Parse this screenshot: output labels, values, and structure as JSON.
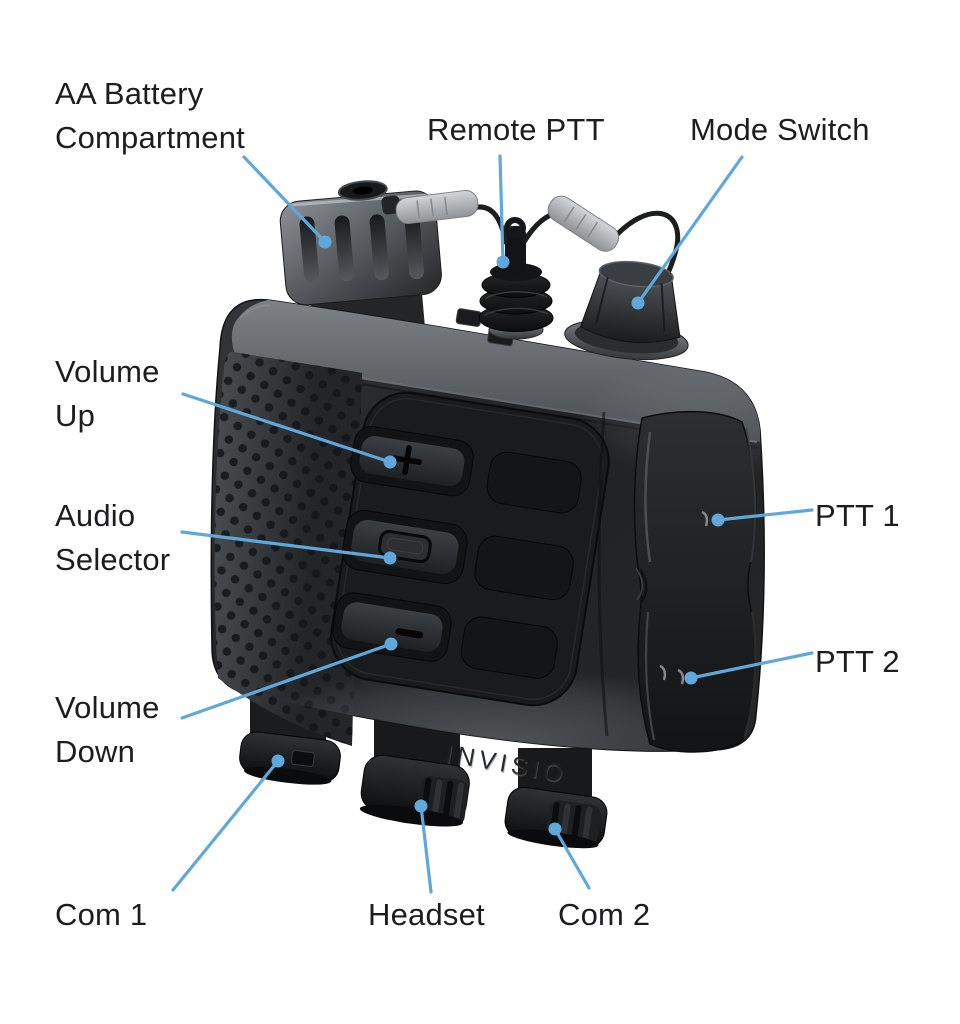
{
  "colors": {
    "background": "#ffffff",
    "label_text": "#1d1d1f",
    "leader_line": "#5fa8dc"
  },
  "device": {
    "brand": "INVISIO"
  },
  "labels": {
    "battery": {
      "line1": "AA Battery",
      "line2": "Compartment"
    },
    "remote_ptt": {
      "line1": "Remote PTT"
    },
    "mode_switch": {
      "line1": "Mode Switch"
    },
    "volume_up": {
      "line1": "Volume",
      "line2": "Up"
    },
    "audio_selector": {
      "line1": "Audio",
      "line2": "Selector"
    },
    "volume_down": {
      "line1": "Volume",
      "line2": "Down"
    },
    "ptt_1": {
      "line1": "PTT 1"
    },
    "ptt_2": {
      "line1": "PTT 2"
    },
    "com_1": {
      "line1": "Com 1"
    },
    "headset": {
      "line1": "Headset"
    },
    "com_2": {
      "line1": "Com 2"
    }
  }
}
